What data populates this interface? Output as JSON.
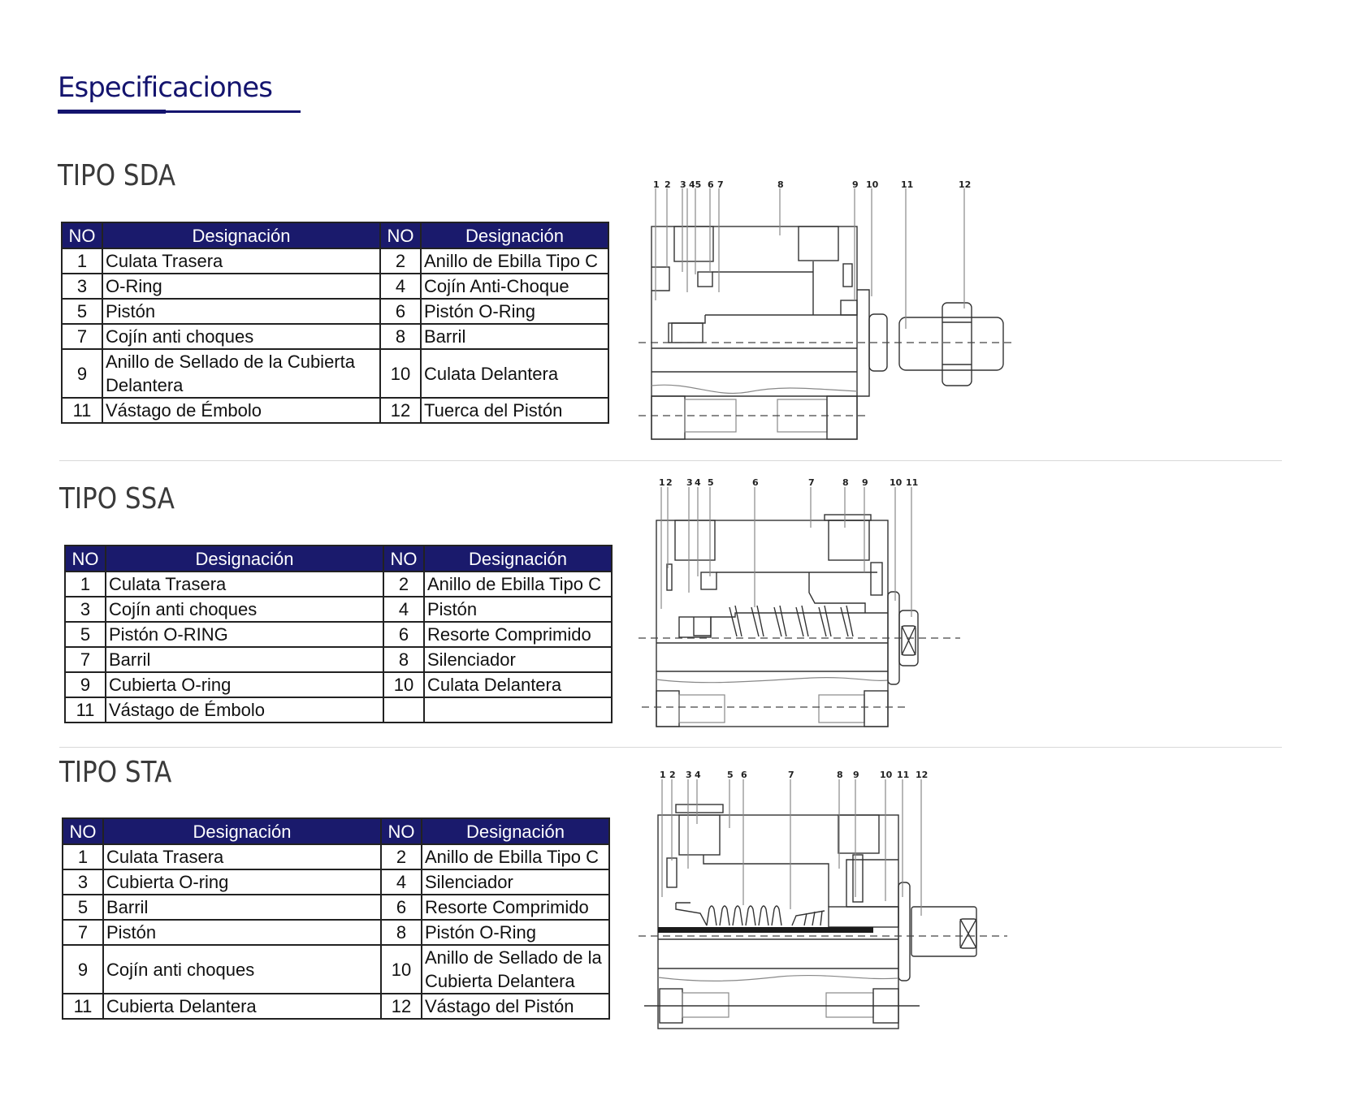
{
  "page": {
    "title": "Especificaciones"
  },
  "colors": {
    "accent": "#14146e",
    "header_bg": "#1a1a6c"
  },
  "sections": [
    {
      "title": "TIPO SDA",
      "headers": [
        "NO",
        "Designación",
        "NO",
        "Designación"
      ],
      "rows": [
        [
          "1",
          "Culata Trasera",
          "2",
          "Anillo de Ebilla Tipo C"
        ],
        [
          "3",
          "O-Ring",
          "4",
          "Cojín Anti-Choque"
        ],
        [
          "5",
          "Pistón",
          "6",
          "Pistón O-Ring"
        ],
        [
          "7",
          "Cojín anti choques",
          "8",
          "Barril"
        ],
        [
          "9",
          "Anillo de Sellado de la Cubierta Delantera",
          "10",
          "Culata Delantera"
        ],
        [
          "11",
          "Vástago de Émbolo",
          "12",
          "Tuerca del Pistón"
        ]
      ],
      "diagram_labels": [
        "1",
        "2",
        "3",
        "45",
        "6",
        "7",
        "8",
        "9",
        "10",
        "11",
        "12"
      ]
    },
    {
      "title": "TIPO SSA",
      "headers": [
        "NO",
        "Designación",
        "NO",
        "Designación"
      ],
      "rows": [
        [
          "1",
          "Culata Trasera",
          "2",
          "Anillo de Ebilla Tipo C"
        ],
        [
          "3",
          "Cojín anti choques",
          "4",
          "Pistón"
        ],
        [
          "5",
          "Pistón O-RING",
          "6",
          "Resorte Comprimido"
        ],
        [
          "7",
          "Barril",
          "8",
          "Silenciador"
        ],
        [
          "9",
          "Cubierta O-ring",
          "10",
          "Culata Delantera"
        ],
        [
          "11",
          "Vástago de Émbolo",
          "",
          ""
        ]
      ],
      "diagram_labels": [
        "1",
        "2",
        "3",
        "4",
        "5",
        "6",
        "7",
        "8",
        "9",
        "10",
        "11"
      ]
    },
    {
      "title": "TIPO STA",
      "headers": [
        "NO",
        "Designación",
        "NO",
        "Designación"
      ],
      "rows": [
        [
          "1",
          "Culata Trasera",
          "2",
          "Anillo de Ebilla Tipo C"
        ],
        [
          "3",
          "Cubierta O-ring",
          "4",
          "Silenciador"
        ],
        [
          "5",
          "Barril",
          "6",
          "Resorte Comprimido"
        ],
        [
          "7",
          "Pistón",
          "8",
          "Pistón O-Ring"
        ],
        [
          "9",
          "Cojín anti choques",
          "10",
          "Anillo de Sellado de la Cubierta Delantera"
        ],
        [
          "11",
          "Cubierta Delantera",
          "12",
          "Vástago del Pistón"
        ]
      ],
      "diagram_labels": [
        "1",
        "2",
        "3",
        "4",
        "5",
        "6",
        "7",
        "8",
        "9",
        "10",
        "11",
        "12"
      ]
    }
  ]
}
